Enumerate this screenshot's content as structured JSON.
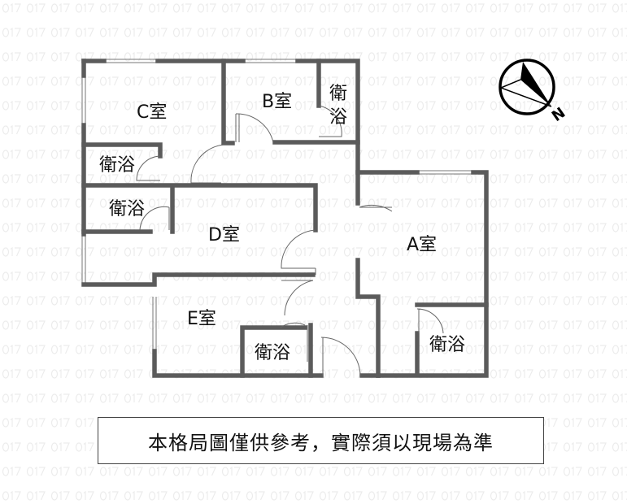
{
  "watermark": "017",
  "rooms": {
    "a": "A室",
    "b": "B室",
    "c": "C室",
    "d": "D室",
    "e": "E室",
    "bath": "衛浴"
  },
  "compass": {
    "north_label": "N"
  },
  "note": "本格局圖僅供參考，實際須以現場為準",
  "colors": {
    "wall": "#5b5b5b",
    "watermark": "#ececec"
  }
}
